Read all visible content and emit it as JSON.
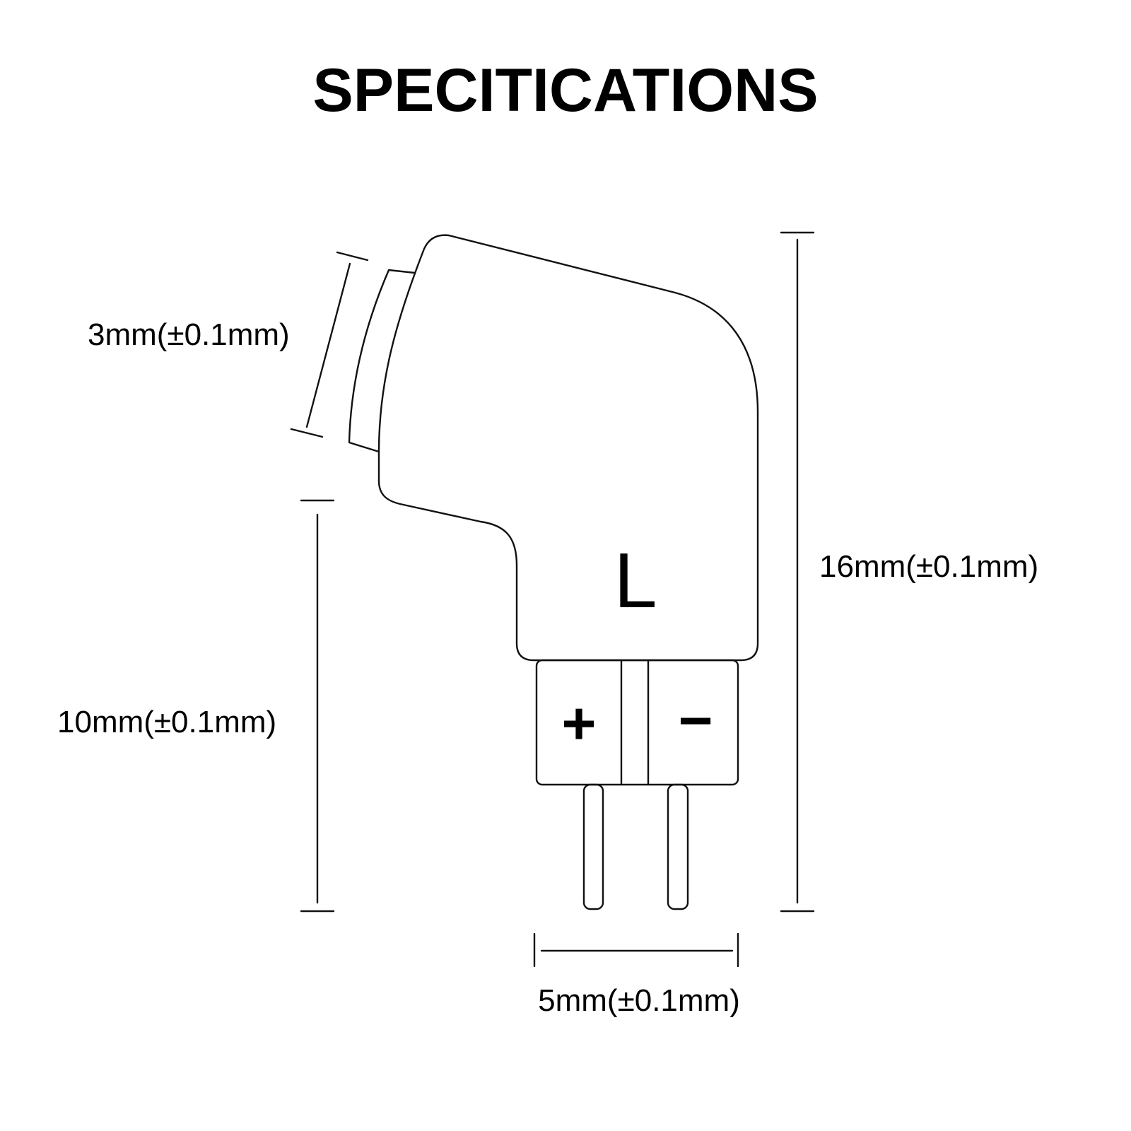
{
  "title": "SPECITICATIONS",
  "connector": {
    "side_label": "L",
    "positive_label": "+",
    "negative_label": "−"
  },
  "dimensions": {
    "tip_depth": "3mm(±0.1mm)",
    "pin_length": "10mm(±0.1mm)",
    "total_height": "16mm(±0.1mm)",
    "pin_spacing": "5mm(±0.1mm)"
  },
  "colors": {
    "line": "#111111",
    "background": "#ffffff"
  }
}
